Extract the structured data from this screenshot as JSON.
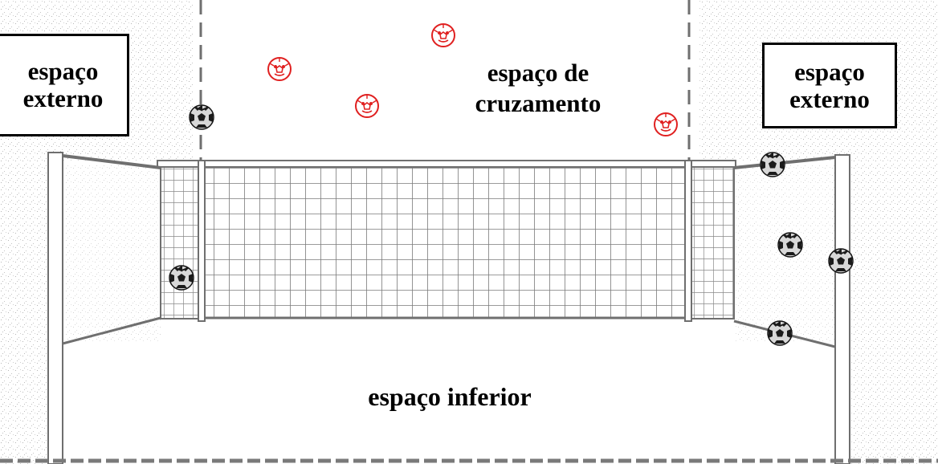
{
  "labels": {
    "outer_left": [
      "espaço",
      "externo"
    ],
    "outer_right": [
      "espaço",
      "externo"
    ],
    "cross": [
      "espaço de",
      "cruzamento"
    ],
    "lower": "espaço inferior"
  },
  "colors": {
    "line": "#6f6f6f",
    "net": "#7a7a7a",
    "ball_dark": "#1b1b1b",
    "ball_light": "#d8d8d8",
    "opponent_ball": "#e02020",
    "texture": "#b5b5b5"
  },
  "icons": {
    "ball_marker": "soccer-ball-icon",
    "opponent_marker": "red-soccer-ball-icon"
  }
}
